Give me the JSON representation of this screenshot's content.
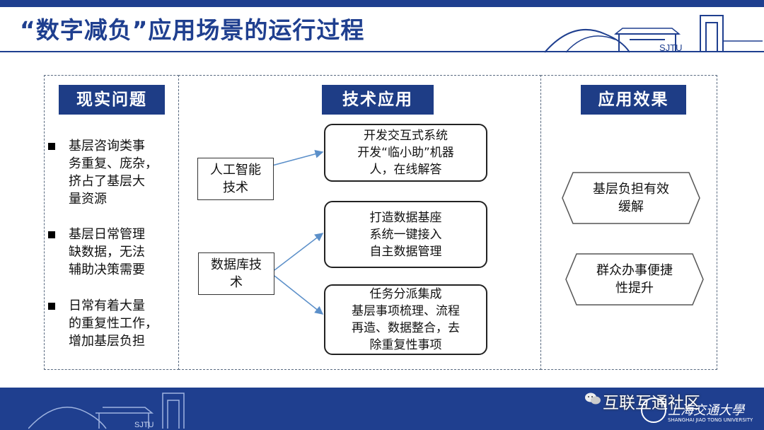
{
  "slide": {
    "title": "“数字减负”应用场景的运行过程"
  },
  "logos": {
    "sjtu_mark_top": "SJTU",
    "sjtu_mark_bottom": "SJTU",
    "university_cn": "上海交通大學",
    "university_en": "SHANGHAI JIAO TONG UNIVERSITY"
  },
  "columns": {
    "problems": {
      "header": "现实问题",
      "items": [
        [
          "基层咨询类事",
          "务重复、庞杂，",
          "挤占了基层大",
          "量资源"
        ],
        [
          "基层日常管理",
          "缺数据，无法",
          "辅助决策需要"
        ],
        [
          "日常有着大量",
          "的重复性工作，",
          "增加基层负担"
        ]
      ]
    },
    "tech": {
      "header": "技术应用",
      "sources": [
        [
          "人工智能",
          "技术"
        ],
        [
          "数据库技",
          "术"
        ]
      ],
      "boxes": [
        [
          "开发交互式系统",
          "开发“临小助”机器",
          "人，在线解答"
        ],
        [
          "打造数据基座",
          "系统一键接入",
          "自主数据管理"
        ],
        [
          "任务分派集成",
          "基层事项梳理、流程",
          "再造、数据整合，去",
          "除重复性事项"
        ]
      ]
    },
    "effects": {
      "header": "应用效果",
      "items": [
        [
          "基层负担有效",
          "缓解"
        ],
        [
          "群众办事便捷",
          "性提升"
        ]
      ]
    }
  },
  "watermark": {
    "text": "互联互通社区"
  },
  "colors": {
    "brand_blue": "#1f3f8f",
    "header_blue": "#1e3d86",
    "arrow_blue": "#5b8fc9"
  }
}
